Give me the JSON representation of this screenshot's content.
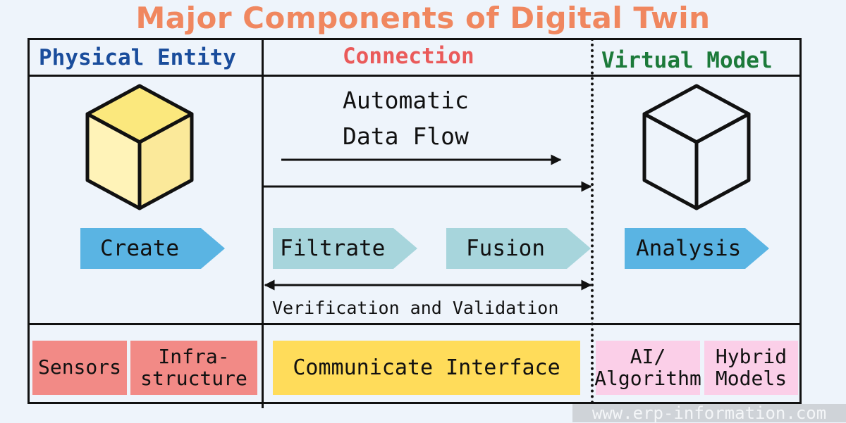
{
  "title": "Major Components of Digital Twin",
  "headers": {
    "physical": "Physical Entity",
    "connection": "Connection",
    "virtual": "Virtual Model"
  },
  "connection": {
    "flow_line1": "Automatic",
    "flow_line2": "Data Flow",
    "validation": "Verification and Validation"
  },
  "steps": {
    "create": "Create",
    "filtrate": "Filtrate",
    "fusion": "Fusion",
    "analysis": "Analysis"
  },
  "bottom": {
    "sensors": "Sensors",
    "infra_line1": "Infra-",
    "infra_line2": "structure",
    "communicate": "Communicate Interface",
    "ai_line1": "AI/",
    "ai_line2": "Algorithm",
    "hybrid_line1": "Hybrid",
    "hybrid_line2": "Models"
  },
  "icons": {
    "physical_cube": "filled-cube-icon",
    "virtual_cube": "outline-cube-icon"
  },
  "colors": {
    "title": "#f0875f",
    "physical_header": "#1a4d9c",
    "connection_header": "#ea5a5a",
    "virtual_header": "#1c7a3a",
    "step_blue": "#5ab4e3",
    "step_teal": "#a7d5dc",
    "sensor_box": "#f28a86",
    "interface_box": "#ffdc5a",
    "virtual_box": "#fbcfe8",
    "cube_fill": "#fce98c"
  },
  "watermark": "www.erp-information.com"
}
